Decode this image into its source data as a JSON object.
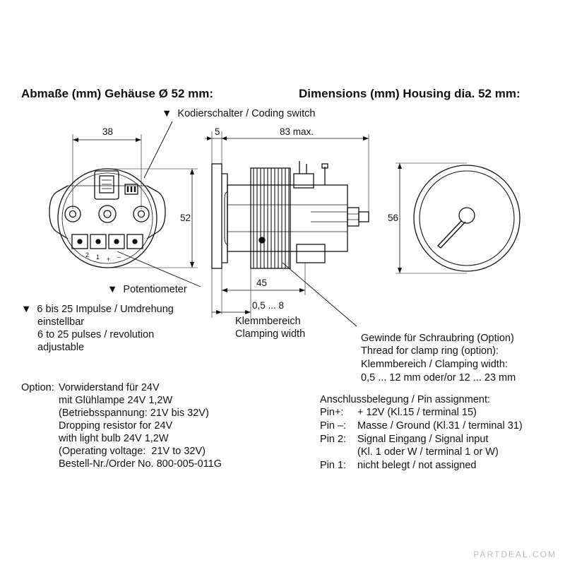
{
  "heading_de": "Abmaße (mm) Gehäuse Ø 52 mm:",
  "heading_en": "Dimensions (mm) Housing dia. 52 mm:",
  "coding_switch": "▼  Kodierschalter / Coding switch",
  "potentiometer": "▼  Potentiometer",
  "dims": {
    "d38": "38",
    "d52": "52",
    "d5": "5",
    "d83": "83 max.",
    "d56": "56",
    "d45": "45",
    "d05_8": "0,5 ... 8"
  },
  "pins_small": [
    "2",
    "1",
    "+",
    "–"
  ],
  "clamping": [
    "Klemmbereich",
    "Clamping width"
  ],
  "pulses": [
    "▼  6 bis 25 Impulse / Umdrehung",
    "einstellbar",
    "6 to 25 pulses / revolution",
    "adjustable"
  ],
  "thread": [
    "Gewinde für Schraubring (Option)",
    "Thread for clamp ring (option):",
    "Klemmbereich / Clamping width:",
    "0,5 ... 12 mm oder/or 12 ... 23 mm"
  ],
  "option": {
    "label": "Option:",
    "lines": [
      "Vorwiderstand für 24V",
      "mit Glühlampe 24V 1,2W",
      "(Betriebsspannung: 21V bis 32V)",
      "Dropping resistor for 24V",
      "with light bulb 24V 1,2W",
      "(Operating voltage:  21V to 32V)",
      "Bestell-Nr./Order No. 800-005-011G"
    ]
  },
  "pin_assignment": {
    "title": "Anschlussbelegung / Pin assignment:",
    "rows": [
      {
        "pin": "Pin+:",
        "desc": "+ 12V (Kl.15 / terminal 15)"
      },
      {
        "pin": "Pin –:",
        "desc": "Masse / Ground (Kl.31 / terminal 31)"
      },
      {
        "pin": "Pin 2:",
        "desc": "Signal Eingang / Signal input"
      },
      {
        "pin": "",
        "desc": "(Kl. 1 oder W / terminal 1 or W)"
      },
      {
        "pin": "Pin 1:",
        "desc": "nicht belegt / not assigned"
      }
    ]
  },
  "watermark": "PARTDEAL.COM"
}
